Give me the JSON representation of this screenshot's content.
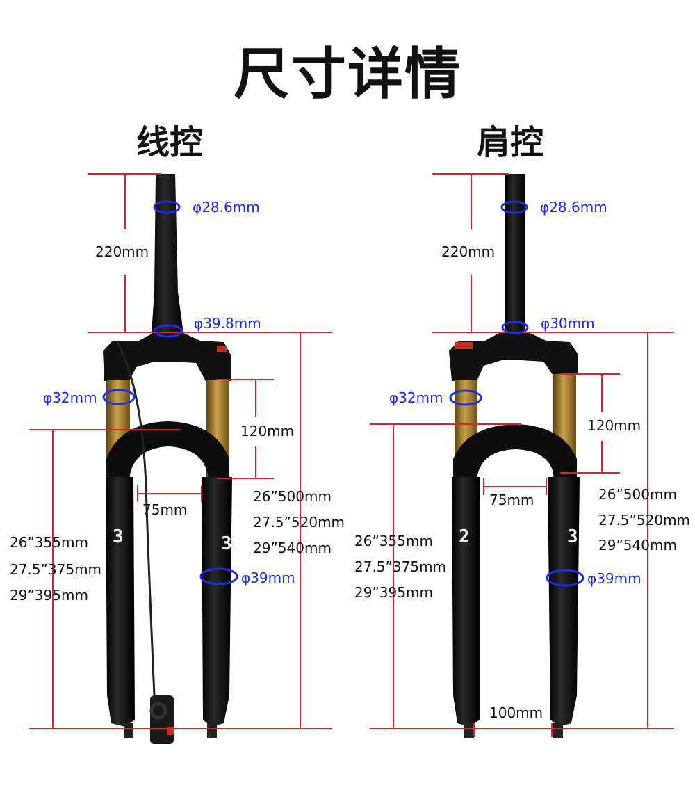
{
  "title": "尺寸详情",
  "left": {
    "heading": "线控",
    "steerer_length": "220mm",
    "steerer_top_dia": "φ28.6mm",
    "steerer_bottom_dia": "φ39.8mm",
    "upper_tube_dia": "φ32mm",
    "travel": "120mm",
    "brace_width": "75mm",
    "lower_dia": "φ39mm",
    "axle_to_crown": [
      "26”355mm",
      "27.5”375mm",
      "29”395mm"
    ],
    "total_length": [
      "26”500mm",
      "27.5”520mm",
      "29”540mm"
    ]
  },
  "right": {
    "heading": "肩控",
    "steerer_length": "220mm",
    "steerer_top_dia": "φ28.6mm",
    "steerer_bottom_dia": "φ30mm",
    "upper_tube_dia": "φ32mm",
    "travel": "120mm",
    "brace_width": "75mm",
    "lower_dia": "φ39mm",
    "hub_width": "100mm",
    "axle_to_crown": [
      "26”355mm",
      "27.5”375mm",
      "29”395mm"
    ],
    "total_length": [
      "26”500mm",
      "27.5”520mm",
      "29”540mm"
    ]
  },
  "colors": {
    "dimension_line": "#e0202a",
    "diameter_mark": "#1a2fe0",
    "fork_body": "#0c0c0c",
    "stanchion": "#b08a3a"
  }
}
